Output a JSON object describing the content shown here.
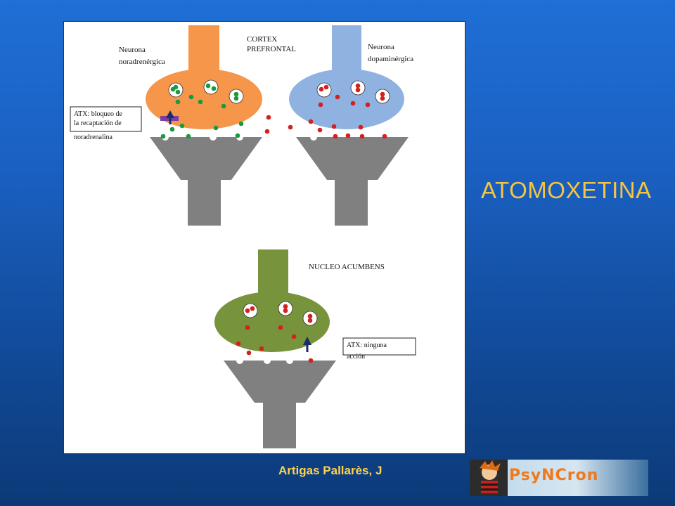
{
  "slide": {
    "title": "ATOMOXETINA",
    "author": "Artigas Pallarès, J"
  },
  "diagram": {
    "cortex_label": [
      "CORTEX",
      "PREFRONTAL"
    ],
    "noradrenergic_label": [
      "Neurona",
      "noradrenérgica"
    ],
    "dopaminergic_label": [
      "Neurona",
      "dopaminérgica"
    ],
    "accumbens_label": "NUCLEO ACUMBENS",
    "atx_cortex_box": [
      "ATX: bloqueo de",
      "la recaptación de",
      "noradrenalina"
    ],
    "atx_accumbens_box": [
      "ATX: ninguna",
      "acción"
    ]
  },
  "logo": {
    "text": "PsyNCron"
  },
  "colors": {
    "noradrenergic": "#f5964a",
    "dopaminergic": "#8fb2e0",
    "accumbens": "#77943c",
    "postsynaptic": "#808080",
    "norepinephrine": "#1a9a3c",
    "dopamine": "#d42020",
    "blocker": "#7a3fa0",
    "arrow": "#1a2a6a",
    "title": "#f5c542",
    "author": "#ffd34d"
  }
}
